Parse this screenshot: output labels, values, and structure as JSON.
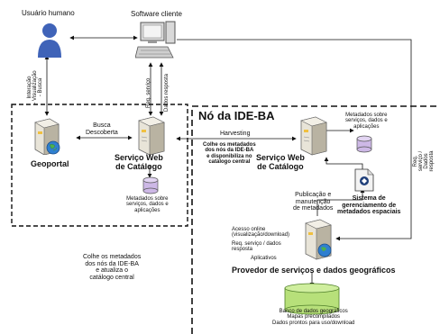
{
  "nodes": {
    "usuario": "Usuário humano",
    "software": "Software cliente",
    "no_ide": "Nó da IDE-BA",
    "geoportal": "Geoportal",
    "servico_left": "Serviço Web\nde Catálogo",
    "servico_right": "Serviço Web\nde Catálogo",
    "sistema": "Sistema de\ngerenciamento de\nmetadados espaciais",
    "provedor": "Provedor de serviços e dados geográficos"
  },
  "labels": {
    "interacao": "Interação\n- Visualização\n- Busca",
    "req_servico": "Req. serviço",
    "dados_resposta": "Dados resposta",
    "busca": "Busca\nDescoberta",
    "harvesting_title": "Harvesting",
    "harvesting_text": "Colhe os metadados\ndos nós da IDE-BA\ne disponibiliza no\ncatálogo central",
    "metadados_left": "Metadados sobre\nserviços, dados e\naplicações",
    "metadados_right": "Metadados sobre\nserviços, dados e\naplicações",
    "publicacao": "Publicação e\nmanutenção\nde metadados",
    "req_dados_right": "Req. serviço /\nDados resposta",
    "acesso": "Acesso online\n(visualização/download)",
    "req_dados_mid": "Req. serviço / dados\nresposta",
    "aplicativos": "Aplicativos",
    "colhe_bottom": "Colhe os metadados\ndos nós da IDE-BA\ne atualiza o\ncatálogo central",
    "banco": "Banco de dados geográficos\nMapas precompilados\nDados prontos para uso/download"
  },
  "colors": {
    "server_body": "#e8e4d8",
    "server_shade": "#b9b3a2",
    "disk_purple": "#cdb8e6",
    "disk_green": "#b7e07a",
    "user_blue": "#3f63b8",
    "lines": "#111111"
  }
}
